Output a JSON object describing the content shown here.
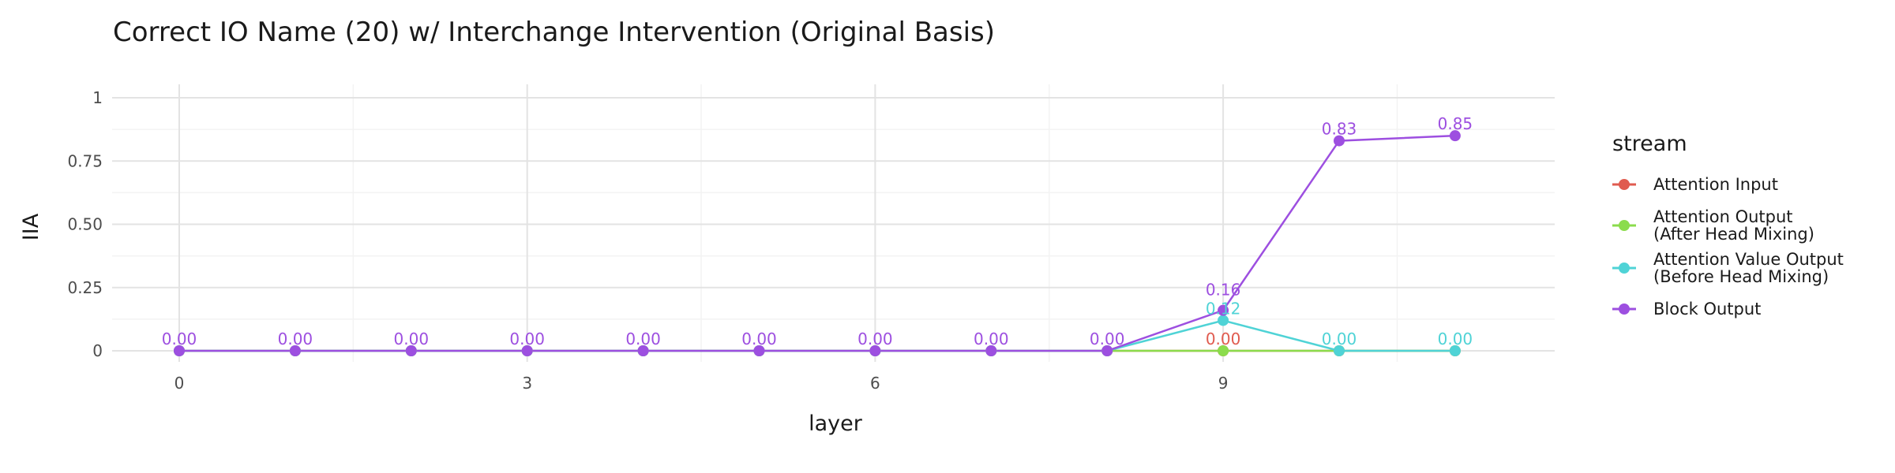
{
  "chart_data": {
    "type": "line",
    "title": "Correct IO Name (20) w/ Interchange Intervention (Original Basis)",
    "xlabel": "layer",
    "ylabel": "IIA",
    "x": [
      0,
      1,
      2,
      3,
      4,
      5,
      6,
      7,
      8,
      9,
      10,
      11
    ],
    "xticks": [
      "0",
      "3",
      "6",
      "9"
    ],
    "yticks": [
      "0",
      "0.25",
      "0.50",
      "0.75",
      "1"
    ],
    "ylim": [
      0,
      1
    ],
    "grid": true,
    "legend": {
      "title": "stream",
      "placement": "right"
    },
    "series": [
      {
        "name": "Attention Input",
        "color": "#e05b4f",
        "values": [
          0,
          0,
          0,
          0,
          0,
          0,
          0,
          0,
          0,
          0,
          0,
          0
        ],
        "labels": [
          "",
          "",
          "",
          "",
          "",
          "",
          "",
          "",
          "",
          "0.00",
          "",
          ""
        ]
      },
      {
        "name": "Attention Output (After Head Mixing)",
        "name_lines": [
          "Attention Output",
          "(After Head Mixing)"
        ],
        "color": "#8bdc4c",
        "values": [
          0,
          0,
          0,
          0,
          0,
          0,
          0,
          0,
          0,
          0,
          0,
          0
        ],
        "labels": [
          "",
          "",
          "",
          "",
          "",
          "",
          "",
          "",
          "",
          "",
          "",
          ""
        ]
      },
      {
        "name": "Attention Value Output (Before Head Mixing)",
        "name_lines": [
          "Attention Value Output",
          "(Before Head Mixing)"
        ],
        "color": "#4fd3d6",
        "values": [
          0,
          0,
          0,
          0,
          0,
          0,
          0,
          0,
          0,
          0.12,
          0,
          0
        ],
        "labels": [
          "",
          "",
          "",
          "",
          "",
          "",
          "",
          "",
          "",
          "0.12",
          "0.00",
          "0.00"
        ]
      },
      {
        "name": "Block Output",
        "color": "#9d4fe0",
        "values": [
          0,
          0,
          0,
          0,
          0,
          0,
          0,
          0,
          0,
          0.16,
          0.83,
          0.85
        ],
        "labels": [
          "0.00",
          "0.00",
          "0.00",
          "0.00",
          "0.00",
          "0.00",
          "0.00",
          "0.00",
          "0.00",
          "0.16",
          "0.83",
          "0.85"
        ]
      }
    ]
  }
}
